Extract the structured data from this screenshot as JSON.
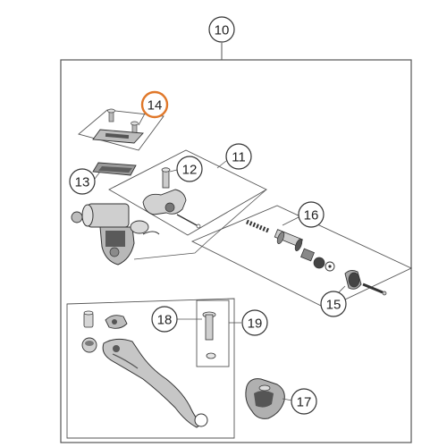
{
  "callouts": {
    "c10": "10",
    "c11": "11",
    "c12": "12",
    "c13": "13",
    "c14": "14",
    "c15": "15",
    "c16": "16",
    "c17": "17",
    "c18": "18",
    "c19": "19"
  },
  "colors": {
    "line": "#333333",
    "highlight": "#e0782a",
    "part_fill": "#cfcfcf",
    "part_dark": "#6e6e6e"
  }
}
